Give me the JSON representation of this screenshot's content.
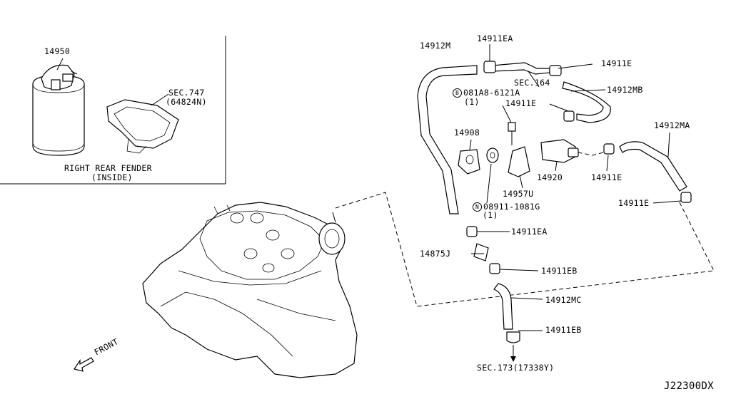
{
  "inset": {
    "part_14950": "14950",
    "sec747": "SEC.747",
    "sec747_sub": "(64824N)",
    "caption_line1": "RIGHT REAR FENDER",
    "caption_line2": "(INSIDE)"
  },
  "labels": {
    "p14912M": "14912M",
    "p14911EA_top": "14911EA",
    "p14911E_top": "14911E",
    "sec164": "SEC.164",
    "bolt_prefix": "B",
    "bolt_code": "081A8-6121A",
    "bolt_qty": "(1)",
    "p14912MB": "14912MB",
    "p14911E_mid": "14911E",
    "p14908": "14908",
    "p14912MA": "14912MA",
    "p14920": "14920",
    "p14911E_right": "14911E",
    "p14957U": "14957U",
    "nut_prefix": "N",
    "nut_code": "08911-1081G",
    "nut_qty": "(1)",
    "p14911E_far": "14911E",
    "p14911EA_mid": "14911EA",
    "p14875J": "14875J",
    "p14911EB_mid": "14911EB",
    "p14912MC": "14912MC",
    "p14911EB_bottom": "14911EB",
    "sec173": "SEC.173(17338Y)",
    "front": "FRONT",
    "diagram_code": "J22300DX"
  }
}
